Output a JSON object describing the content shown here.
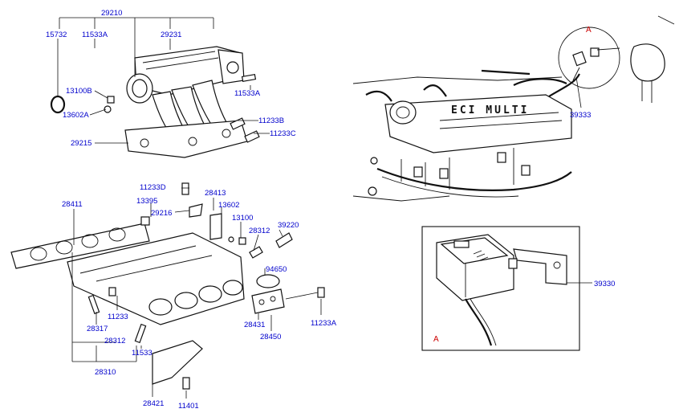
{
  "upper_manifold_group": {
    "main": "29210",
    "parts": [
      "15732",
      "11533A",
      "29231",
      "13100B",
      "13602A",
      "11533A",
      "11233B",
      "11233C",
      "29215"
    ]
  },
  "lower_manifold_group": {
    "parts": [
      "11233D",
      "28413",
      "13395",
      "29216",
      "13602",
      "13100",
      "28411",
      "28312",
      "39220",
      "94650",
      "28317",
      "11233",
      "28312",
      "11533",
      "28310",
      "28431",
      "28450",
      "11233A",
      "28421",
      "11401"
    ]
  },
  "engine_view": {
    "engine_label": "ECI MULTI",
    "detail_marker": "A",
    "part": "39333"
  },
  "detail_box": {
    "marker": "A",
    "part": "39330"
  }
}
